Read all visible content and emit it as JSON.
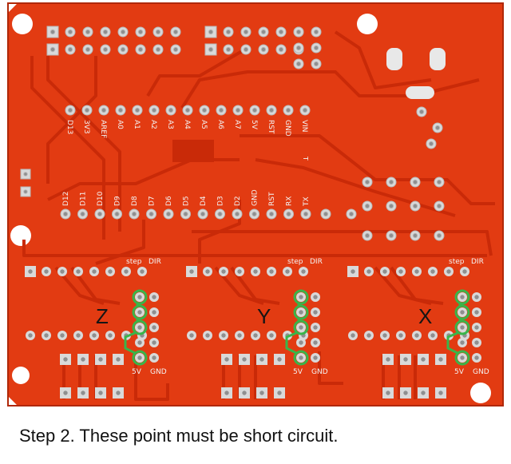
{
  "caption": "Step 2. These point must be short circuit.",
  "colors": {
    "board": "#e23b12",
    "trace": "#c92a08",
    "pad": "#d9d9d9",
    "silk": "#f4f4f4",
    "marker": "#39b54a"
  },
  "top_header_labels": [
    "D13",
    "3V3",
    "AREF",
    "A0",
    "A1",
    "A2",
    "A3",
    "A4",
    "A5",
    "A6",
    "A7",
    "5V",
    "RST",
    "GND",
    "VIN"
  ],
  "bottom_header_labels": [
    "D12",
    "D11",
    "D10",
    "D9",
    "D8",
    "D7",
    "D6",
    "D5",
    "D4",
    "D3",
    "D2",
    "GND",
    "RST",
    "RX",
    "TX"
  ],
  "side_label": "T",
  "drivers": [
    {
      "axis": "Z",
      "step": "step",
      "dir": "DIR",
      "v5": "5V",
      "gnd": "GND"
    },
    {
      "axis": "Y",
      "step": "step",
      "dir": "DIR",
      "v5": "5V",
      "gnd": "GND"
    },
    {
      "axis": "X",
      "step": "step",
      "dir": "DIR",
      "v5": "5V",
      "gnd": "GND"
    }
  ]
}
